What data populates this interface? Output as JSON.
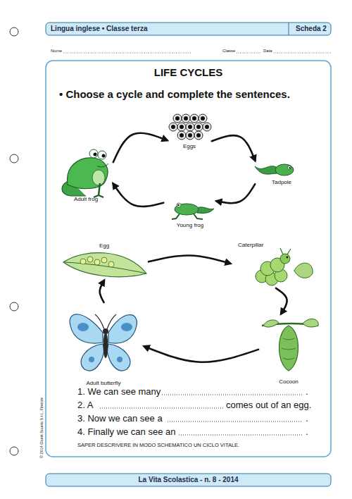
{
  "diagram": {
    "title": "LIFE CYCLES",
    "nodes": [
      {
        "text": [
          "Eggs"
        ]
      },
      {
        "text": [
          "Tadpole"
        ]
      },
      {
        "text": [
          "Young frog"
        ]
      },
      {
        "text": [
          "Adult frog"
        ]
      },
      {
        "text": [
          "Egg"
        ]
      },
      {
        "text": [
          "Caterpillar"
        ]
      },
      {
        "text": [
          "Cocoon"
        ]
      },
      {
        "text": [
          "Adult butterfly"
        ]
      }
    ],
    "edges": [
      {
        "from": 0,
        "to": 1,
        "arrow": "to"
      },
      {
        "from": 1,
        "to": 2,
        "arrow": "to"
      },
      {
        "from": 2,
        "to": 3,
        "arrow": "to"
      },
      {
        "from": 3,
        "to": 0,
        "arrow": "to"
      },
      {
        "from": 4,
        "to": 5,
        "arrow": "to"
      },
      {
        "from": 5,
        "to": 6,
        "arrow": "to"
      },
      {
        "from": 6,
        "to": 7,
        "arrow": "to"
      },
      {
        "from": 7,
        "to": 4,
        "arrow": "to"
      }
    ],
    "labels": [
      "Lingua inglese • Classe terza",
      "Scheda 2",
      "Nome",
      "Classe",
      "Data",
      "• Choose a cycle and complete the sentences.",
      "1. We can see many",
      ".",
      "2. A",
      "comes out of an egg.",
      "3. Now we can see a",
      ".",
      "4. Finally we can see an",
      ".",
      "SAPER DESCRIVERE IN MODO SCHEMATICO UN CICLO VITALE.",
      "La Vita Scolastica - n. 8 - 2014",
      "© 2014 Giunti Scuola S.r.l., Firenze"
    ]
  }
}
